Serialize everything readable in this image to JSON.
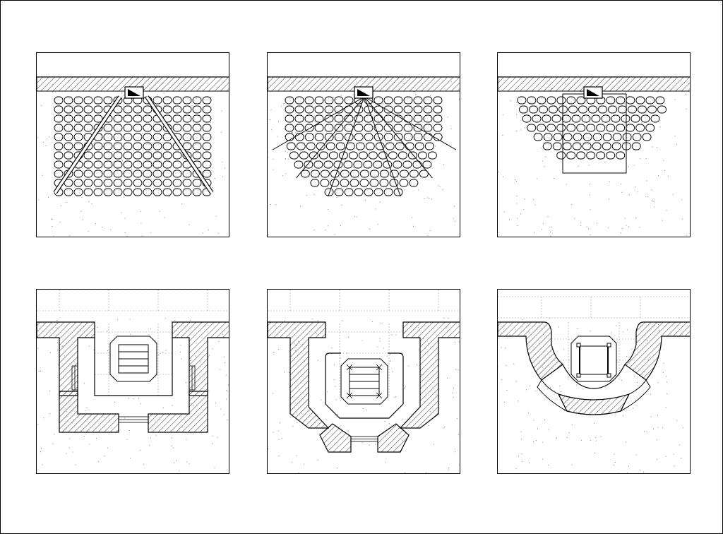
{
  "sheet": {
    "background": "#ffffff",
    "line_color": "#000000",
    "hatch_color": "#333333",
    "grid_color": "#9a9a9a"
  },
  "roof_plans": [
    {
      "id": "hip-roof-triangular",
      "shape": "triangular hip over bay",
      "icon": "roof-vent-icon"
    },
    {
      "id": "hip-roof-polygonal",
      "shape": "fan / polygonal hip over bay",
      "icon": "roof-vent-icon"
    },
    {
      "id": "hip-roof-semicircular",
      "shape": "semicircular conical roof over bay",
      "icon": "roof-vent-icon"
    }
  ],
  "floor_plans": [
    {
      "id": "bay-rectangular",
      "shape": "rectangular bay window",
      "fixture": "octagonal-table-icon"
    },
    {
      "id": "bay-polygonal",
      "shape": "polygonal (angled) bay window",
      "fixture": "octagonal-table-icon"
    },
    {
      "id": "bay-semicircular",
      "shape": "semicircular bow window",
      "fixture": "octagonal-table-icon"
    }
  ]
}
